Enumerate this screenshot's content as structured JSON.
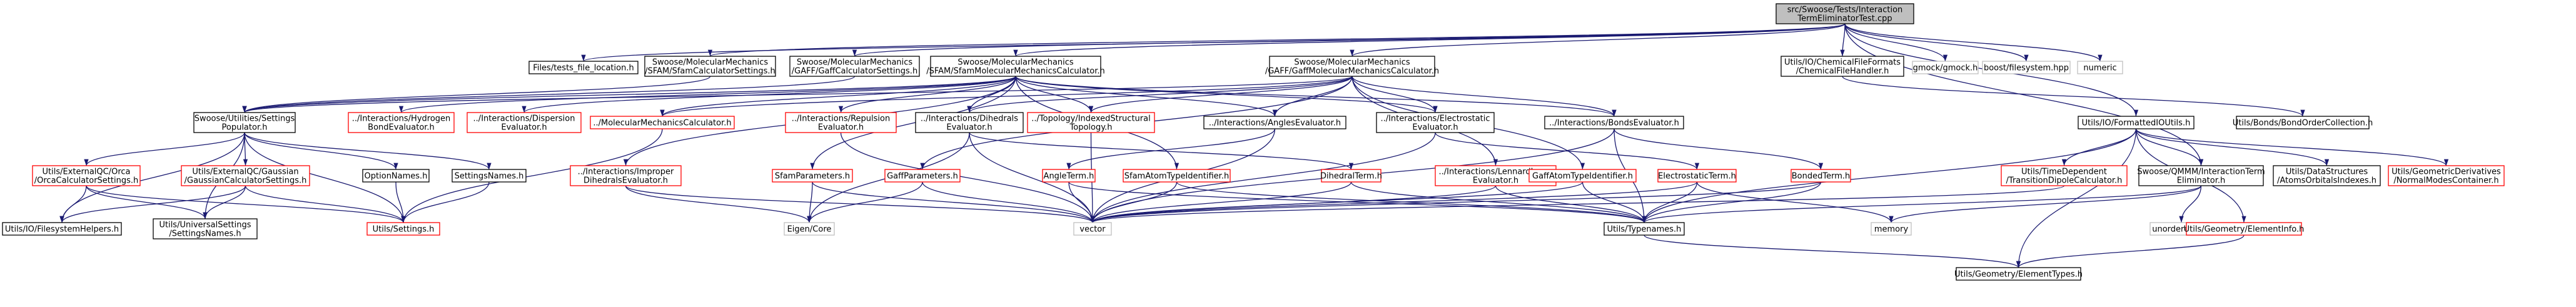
{
  "colors": {
    "edge": "#191970",
    "border_default": "#000000",
    "border_undocumented": "#ff0000",
    "border_external": "#bfbfbf",
    "root_fill": "#bfbfbf",
    "node_fill": "#ffffff"
  },
  "nodes": [
    {
      "id": "root",
      "lines": [
        "src/Swoose/Tests/Interaction",
        "TermEliminatorTest.cpp"
      ],
      "kind": "root"
    },
    {
      "id": "files_tests",
      "lines": [
        "Files/tests_file_location.h"
      ],
      "kind": "default"
    },
    {
      "id": "sfam_calc_settings",
      "lines": [
        "Swoose/MolecularMechanics",
        "/SFAM/SfamCalculatorSettings.h"
      ],
      "kind": "default"
    },
    {
      "id": "gaff_calc_settings",
      "lines": [
        "Swoose/MolecularMechanics",
        "/GAFF/GaffCalculatorSettings.h"
      ],
      "kind": "default"
    },
    {
      "id": "sfam_mm_calc",
      "lines": [
        "Swoose/MolecularMechanics",
        "/SFAM/SfamMolecularMechanicsCalculator.h"
      ],
      "kind": "default"
    },
    {
      "id": "gaff_mm_calc",
      "lines": [
        "Swoose/MolecularMechanics",
        "/GAFF/GaffMolecularMechanicsCalculator.h"
      ],
      "kind": "default"
    },
    {
      "id": "chem_file_handler",
      "lines": [
        "Utils/IO/ChemicalFileFormats",
        "/ChemicalFileHandler.h"
      ],
      "kind": "default"
    },
    {
      "id": "gmock",
      "lines": [
        "gmock/gmock.h"
      ],
      "kind": "external"
    },
    {
      "id": "boost_fs",
      "lines": [
        "boost/filesystem.hpp"
      ],
      "kind": "external"
    },
    {
      "id": "numeric",
      "lines": [
        "numeric"
      ],
      "kind": "external"
    },
    {
      "id": "settings_populator",
      "lines": [
        "Swoose/Utilities/Settings",
        "Populator.h"
      ],
      "kind": "default"
    },
    {
      "id": "hydrogen_bond",
      "lines": [
        "../Interactions/Hydrogen",
        "BondEvaluator.h"
      ],
      "kind": "undocumented"
    },
    {
      "id": "dispersion",
      "lines": [
        "../Interactions/Dispersion",
        "Evaluator.h"
      ],
      "kind": "undocumented"
    },
    {
      "id": "mm_calc",
      "lines": [
        "../MolecularMechanicsCalculator.h"
      ],
      "kind": "undocumented"
    },
    {
      "id": "repulsion",
      "lines": [
        "../Interactions/Repulsion",
        "Evaluator.h"
      ],
      "kind": "undocumented"
    },
    {
      "id": "dihedrals_eval",
      "lines": [
        "../Interactions/Dihedrals",
        "Evaluator.h"
      ],
      "kind": "default"
    },
    {
      "id": "topology",
      "lines": [
        "../Topology/IndexedStructural",
        "Topology.h"
      ],
      "kind": "undocumented"
    },
    {
      "id": "angles_eval",
      "lines": [
        "../Interactions/AnglesEvaluator.h"
      ],
      "kind": "default"
    },
    {
      "id": "electrostatic_eval",
      "lines": [
        "../Interactions/Electrostatic",
        "Evaluator.h"
      ],
      "kind": "default"
    },
    {
      "id": "bonds_eval",
      "lines": [
        "../Interactions/BondsEvaluator.h"
      ],
      "kind": "default"
    },
    {
      "id": "formatted_io",
      "lines": [
        "Utils/IO/FormattedIOUtils.h"
      ],
      "kind": "default"
    },
    {
      "id": "bond_order",
      "lines": [
        "Utils/Bonds/BondOrderCollection.h"
      ],
      "kind": "default"
    },
    {
      "id": "orca_settings",
      "lines": [
        "Utils/ExternalQC/Orca",
        "/OrcaCalculatorSettings.h"
      ],
      "kind": "undocumented"
    },
    {
      "id": "gaussian_settings",
      "lines": [
        "Utils/ExternalQC/Gaussian",
        "/GaussianCalculatorSettings.h"
      ],
      "kind": "undocumented"
    },
    {
      "id": "option_names",
      "lines": [
        "OptionNames.h"
      ],
      "kind": "default"
    },
    {
      "id": "settings_names",
      "lines": [
        "SettingsNames.h"
      ],
      "kind": "default"
    },
    {
      "id": "improper_dihedrals",
      "lines": [
        "../Interactions/Improper",
        "DihedralsEvaluator.h"
      ],
      "kind": "undocumented"
    },
    {
      "id": "sfam_parameters",
      "lines": [
        "SfamParameters.h"
      ],
      "kind": "undocumented"
    },
    {
      "id": "gaff_parameters",
      "lines": [
        "GaffParameters.h"
      ],
      "kind": "undocumented"
    },
    {
      "id": "angle_term",
      "lines": [
        "AngleTerm.h"
      ],
      "kind": "undocumented"
    },
    {
      "id": "sfam_atom_type",
      "lines": [
        "SfamAtomTypeIdentifier.h"
      ],
      "kind": "undocumented"
    },
    {
      "id": "dihedral_term",
      "lines": [
        "DihedralTerm.h"
      ],
      "kind": "undocumented"
    },
    {
      "id": "lennard_jones",
      "lines": [
        "../Interactions/LennardJones",
        "Evaluator.h"
      ],
      "kind": "undocumented"
    },
    {
      "id": "gaff_atom_type",
      "lines": [
        "GaffAtomTypeIdentifier.h"
      ],
      "kind": "undocumented"
    },
    {
      "id": "electrostatic_term",
      "lines": [
        "ElectrostaticTerm.h"
      ],
      "kind": "undocumented"
    },
    {
      "id": "bonded_term",
      "lines": [
        "BondedTerm.h"
      ],
      "kind": "undocumented"
    },
    {
      "id": "time_dependent",
      "lines": [
        "Utils/TimeDependent",
        "/TransitionDipoleCalculator.h"
      ],
      "kind": "undocumented"
    },
    {
      "id": "qmmm_eliminator",
      "lines": [
        "Swoose/QMMM/InteractionTerm",
        "Eliminator.h"
      ],
      "kind": "default"
    },
    {
      "id": "orbitals_indexes",
      "lines": [
        "Utils/DataStructures",
        "/AtomsOrbitalsIndexes.h"
      ],
      "kind": "default"
    },
    {
      "id": "normal_modes",
      "lines": [
        "Utils/GeometricDerivatives",
        "/NormalModesContainer.h"
      ],
      "kind": "undocumented"
    },
    {
      "id": "filesystem_helpers",
      "lines": [
        "Utils/IO/FilesystemHelpers.h"
      ],
      "kind": "default"
    },
    {
      "id": "universal_settings_names",
      "lines": [
        "Utils/UniversalSettings",
        "/SettingsNames.h"
      ],
      "kind": "default"
    },
    {
      "id": "utils_settings",
      "lines": [
        "Utils/Settings.h"
      ],
      "kind": "undocumented"
    },
    {
      "id": "eigen_core",
      "lines": [
        "Eigen/Core"
      ],
      "kind": "external"
    },
    {
      "id": "vector",
      "lines": [
        "vector"
      ],
      "kind": "external"
    },
    {
      "id": "typenames",
      "lines": [
        "Utils/Typenames.h"
      ],
      "kind": "default"
    },
    {
      "id": "memory",
      "lines": [
        "memory"
      ],
      "kind": "external"
    },
    {
      "id": "unordered_set",
      "lines": [
        "unordered_set"
      ],
      "kind": "external"
    },
    {
      "id": "element_info",
      "lines": [
        "Utils/Geometry/ElementInfo.h"
      ],
      "kind": "undocumented"
    },
    {
      "id": "element_types",
      "lines": [
        "Utils/Geometry/ElementTypes.h"
      ],
      "kind": "default"
    }
  ],
  "edges": [
    [
      "root",
      "files_tests"
    ],
    [
      "root",
      "sfam_calc_settings"
    ],
    [
      "root",
      "gaff_calc_settings"
    ],
    [
      "root",
      "sfam_mm_calc"
    ],
    [
      "root",
      "gaff_mm_calc"
    ],
    [
      "root",
      "chem_file_handler"
    ],
    [
      "root",
      "gmock"
    ],
    [
      "root",
      "boost_fs"
    ],
    [
      "root",
      "numeric"
    ],
    [
      "root",
      "qmmm_eliminator"
    ],
    [
      "root",
      "formatted_io"
    ],
    [
      "sfam_calc_settings",
      "settings_populator"
    ],
    [
      "gaff_calc_settings",
      "settings_populator"
    ],
    [
      "sfam_mm_calc",
      "settings_populator"
    ],
    [
      "sfam_mm_calc",
      "hydrogen_bond"
    ],
    [
      "sfam_mm_calc",
      "dispersion"
    ],
    [
      "sfam_mm_calc",
      "mm_calc"
    ],
    [
      "sfam_mm_calc",
      "repulsion"
    ],
    [
      "sfam_mm_calc",
      "dihedrals_eval"
    ],
    [
      "sfam_mm_calc",
      "topology"
    ],
    [
      "sfam_mm_calc",
      "angles_eval"
    ],
    [
      "sfam_mm_calc",
      "electrostatic_eval"
    ],
    [
      "sfam_mm_calc",
      "bonds_eval"
    ],
    [
      "sfam_mm_calc",
      "improper_dihedrals"
    ],
    [
      "sfam_mm_calc",
      "sfam_parameters"
    ],
    [
      "sfam_mm_calc",
      "sfam_atom_type"
    ],
    [
      "gaff_mm_calc",
      "settings_populator"
    ],
    [
      "gaff_mm_calc",
      "mm_calc"
    ],
    [
      "gaff_mm_calc",
      "dihedrals_eval"
    ],
    [
      "gaff_mm_calc",
      "topology"
    ],
    [
      "gaff_mm_calc",
      "angles_eval"
    ],
    [
      "gaff_mm_calc",
      "electrostatic_eval"
    ],
    [
      "gaff_mm_calc",
      "bonds_eval"
    ],
    [
      "gaff_mm_calc",
      "gaff_parameters"
    ],
    [
      "gaff_mm_calc",
      "lennard_jones"
    ],
    [
      "gaff_mm_calc",
      "gaff_atom_type"
    ],
    [
      "chem_file_handler",
      "bond_order"
    ],
    [
      "settings_populator",
      "orca_settings"
    ],
    [
      "settings_populator",
      "gaussian_settings"
    ],
    [
      "settings_populator",
      "option_names"
    ],
    [
      "settings_populator",
      "settings_names"
    ],
    [
      "settings_populator",
      "utils_settings"
    ],
    [
      "settings_populator",
      "filesystem_helpers"
    ],
    [
      "settings_populator",
      "universal_settings_names"
    ],
    [
      "orca_settings",
      "utils_settings"
    ],
    [
      "orca_settings",
      "filesystem_helpers"
    ],
    [
      "orca_settings",
      "universal_settings_names"
    ],
    [
      "gaussian_settings",
      "utils_settings"
    ],
    [
      "gaussian_settings",
      "filesystem_helpers"
    ],
    [
      "gaussian_settings",
      "universal_settings_names"
    ],
    [
      "option_names",
      "utils_settings"
    ],
    [
      "settings_names",
      "utils_settings"
    ],
    [
      "mm_calc",
      "utils_settings"
    ],
    [
      "repulsion",
      "vector"
    ],
    [
      "dihedrals_eval",
      "dihedral_term"
    ],
    [
      "dihedrals_eval",
      "vector"
    ],
    [
      "dihedrals_eval",
      "eigen_core"
    ],
    [
      "topology",
      "vector"
    ],
    [
      "angles_eval",
      "angle_term"
    ],
    [
      "angles_eval",
      "vector"
    ],
    [
      "electrostatic_eval",
      "electrostatic_term"
    ],
    [
      "electrostatic_eval",
      "vector"
    ],
    [
      "bonds_eval",
      "bonded_term"
    ],
    [
      "bonds_eval",
      "vector"
    ],
    [
      "bonds_eval",
      "typenames"
    ],
    [
      "improper_dihedrals",
      "eigen_core"
    ],
    [
      "improper_dihedrals",
      "vector"
    ],
    [
      "sfam_parameters",
      "eigen_core"
    ],
    [
      "sfam_parameters",
      "vector"
    ],
    [
      "gaff_parameters",
      "eigen_core"
    ],
    [
      "gaff_parameters",
      "vector"
    ],
    [
      "angle_term",
      "vector"
    ],
    [
      "angle_term",
      "typenames"
    ],
    [
      "sfam_atom_type",
      "vector"
    ],
    [
      "sfam_atom_type",
      "typenames"
    ],
    [
      "dihedral_term",
      "typenames"
    ],
    [
      "dihedral_term",
      "vector"
    ],
    [
      "lennard_jones",
      "vector"
    ],
    [
      "lennard_jones",
      "typenames"
    ],
    [
      "gaff_atom_type",
      "vector"
    ],
    [
      "gaff_atom_type",
      "typenames"
    ],
    [
      "electrostatic_term",
      "vector"
    ],
    [
      "electrostatic_term",
      "typenames"
    ],
    [
      "electrostatic_term",
      "memory"
    ],
    [
      "bonded_term",
      "vector"
    ],
    [
      "bonded_term",
      "typenames"
    ],
    [
      "formatted_io",
      "time_dependent"
    ],
    [
      "formatted_io",
      "qmmm_eliminator"
    ],
    [
      "formatted_io",
      "orbitals_indexes"
    ],
    [
      "formatted_io",
      "normal_modes"
    ],
    [
      "formatted_io",
      "element_info"
    ],
    [
      "formatted_io",
      "element_types"
    ],
    [
      "formatted_io",
      "typenames"
    ],
    [
      "time_dependent",
      "vector"
    ],
    [
      "qmmm_eliminator",
      "unordered_set"
    ],
    [
      "qmmm_eliminator",
      "memory"
    ],
    [
      "qmmm_eliminator",
      "typenames"
    ],
    [
      "element_info",
      "element_types"
    ],
    [
      "typenames",
      "element_types"
    ]
  ]
}
